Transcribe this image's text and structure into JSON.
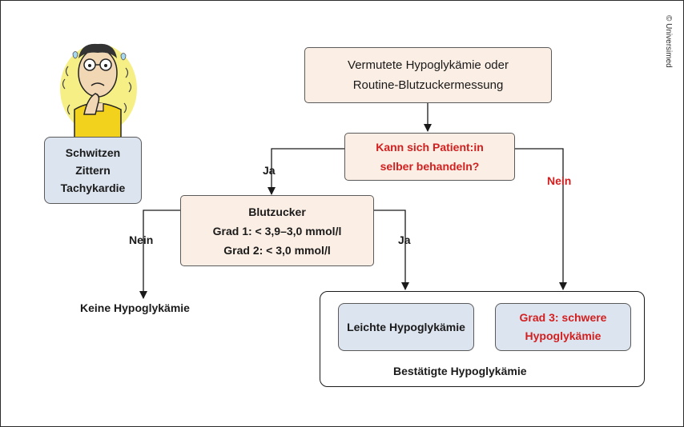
{
  "copyright": "© Universimed",
  "symptoms": [
    "Schwitzen",
    "Zittern",
    "Tachykardie"
  ],
  "start": [
    "Vermutete Hypoglykämie oder",
    "Routine-Blutzuckermessung"
  ],
  "question": [
    "Kann sich Patient:in",
    "selber behandeln?"
  ],
  "blood_sugar": {
    "title": "Blutzucker",
    "grade1": "Grad 1: < 3,9–3,0 mmol/l",
    "grade2": "Grad 2: < 3,0 mmol/l"
  },
  "labels": {
    "yes_left": "Ja",
    "no_right": "Nein",
    "no_left": "Nein",
    "yes_right": "Ja"
  },
  "no_hypo": "Keine Hypoglykämie",
  "mild": "Leichte Hypoglykämie",
  "severe": [
    "Grad 3: schwere",
    "Hypoglykämie"
  ],
  "confirmed": "Bestätigte Hypoglykämie",
  "colors": {
    "peach": "#fbeee4",
    "blue": "#dce4ef",
    "accent_red": "#d21f1f"
  }
}
